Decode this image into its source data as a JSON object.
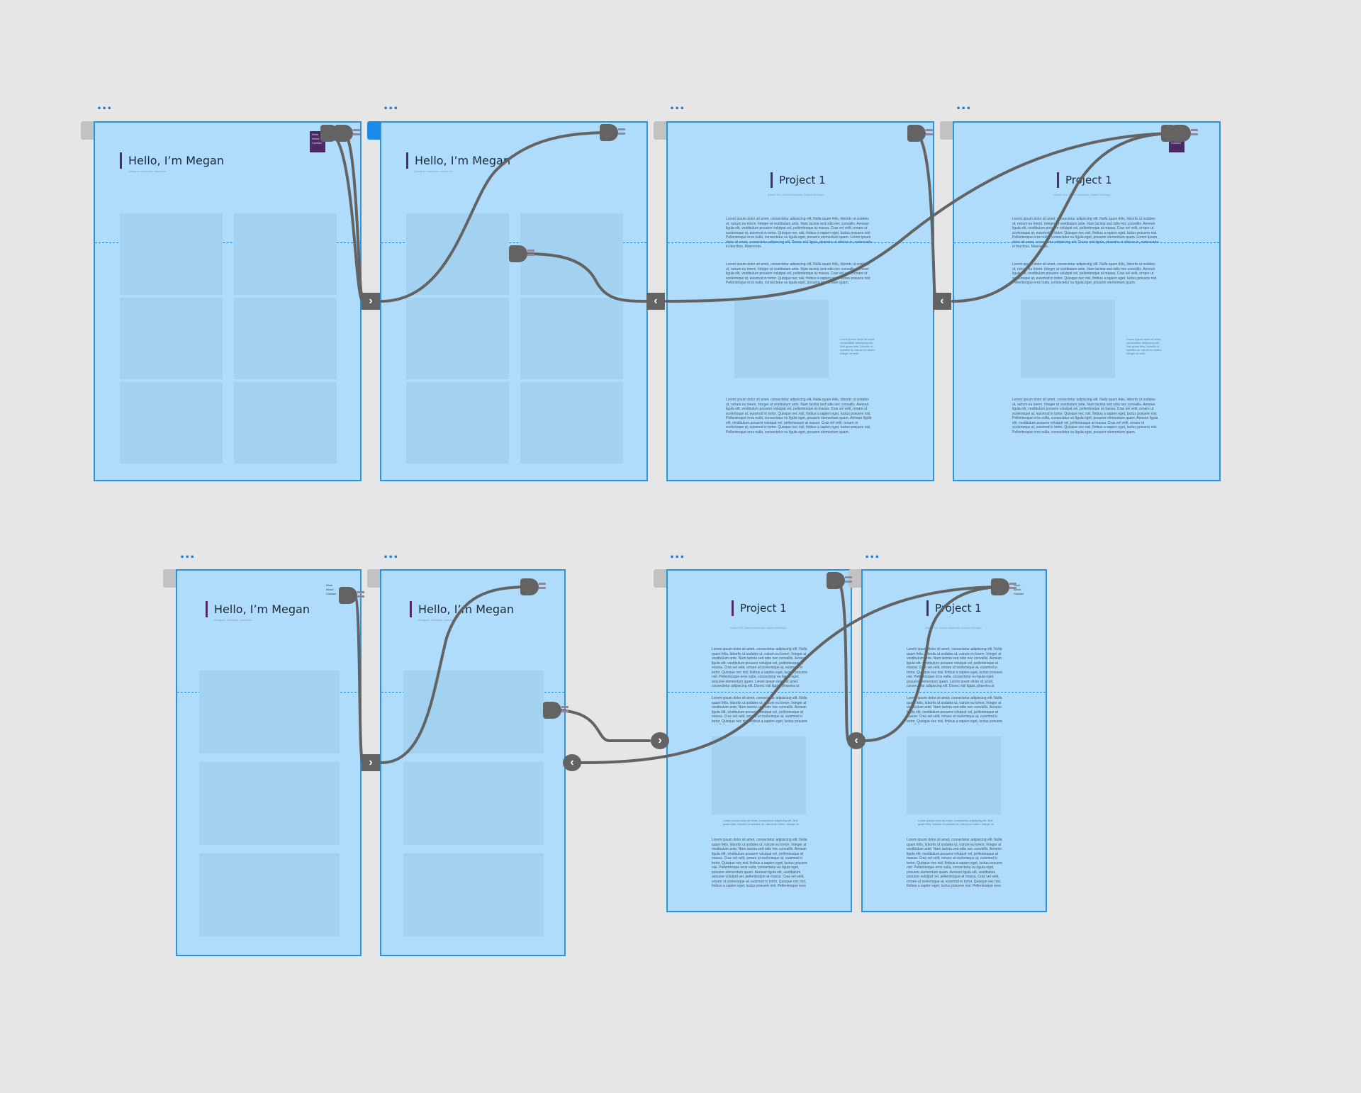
{
  "artboard_menu_label": "...",
  "home": {
    "title": "Hello, I’m Megan",
    "subtitle": "Designer, someone, about me",
    "nav": [
      "Work",
      "About",
      "Contact"
    ]
  },
  "project": {
    "title": "Project 1",
    "meta": "Adobe XD, Adobe Illustrator, Adobe InDesign",
    "para1": "Lorem ipsum dolor sit amet, consectetur adipiscing elit. Nulla quam felis, lobortis ut sodales ut, rutrum eu lorem. Integer at vestibulum ante. Nam lacinia sed odio nec convallis. Aenean ligula elit, vestibulum posuere volutpat vel, pellentesque at massa. Cras vel velit, ornare ut scelerisque at, euismod in tortor. Quisque nec nisl, finibus a sapien eget, luctus posuere nisl. Pellentesque eros nulla, consectetur eu ligula eget, posuere elementum quam. Lorem ipsum dolor sit amet, consectetur adipiscing elit. Donec nisl ligula, pharetra ut ultrices in, malesuada in faucibus. Maecenas.",
    "para2": "Lorem ipsum dolor sit amet, consectetur adipiscing elit. Nulla quam felis, lobortis ut sodales ut, rutrum eu lorem. Integer at vestibulum ante. Nam lacinia sed odio nec convallis. Aenean ligula elit, vestibulum posuere volutpat vel, pellentesque at massa. Cras vel velit, ornare ut scelerisque at, euismod in tortor. Quisque nec nisl, finibus a sapien eget, luctus posuere nisl. Pellentesque eros nulla, consectetur eu ligula eget, posuere elementum quam.",
    "caption": "Lorem ipsum dolor sit amet, consectetur adipiscing elit. Null quam felis, lobortis ut sodales ut, rutrum eu lorem. Integer at vesti.",
    "para3": "Lorem ipsum dolor sit amet, consectetur adipiscing elit. Nulla quam felis, lobortis ut sodales ut, rutrum eu lorem. Integer at vestibulum ante. Nam lacinia sed odio nec convallis. Aenean ligula elit, vestibulum posuere volutpat vel, pellentesque at massa. Cras vel velit, ornare ut scelerisque at, euismod in tortor. Quisque nec nisl, finibus a sapien eget, luctus posuere nisl. Pellentesque eros nulla, consectetur eu ligula eget, posuere elementum quam. Aenean ligula elit, vestibulum posuere volutpat vel, pellentesque at massa. Cras vel velit, ornare ut scelerisque at, euismod in tortor. Quisque nec nisl, finibus a sapien eget, luctus posuere nisl. Pellentesque eros nulla, consectetur eu ligula eget, posuere elementum quam."
  },
  "icons": {
    "next": "›",
    "back": "‹"
  },
  "colors": {
    "canvas": "#e6e6e6",
    "artboard_fill": "#aedcfa",
    "artboard_border": "#2b92dc",
    "wire": "#636363",
    "accent_bar": "#4d2d5e",
    "selected_tab": "#1b8ae6"
  }
}
